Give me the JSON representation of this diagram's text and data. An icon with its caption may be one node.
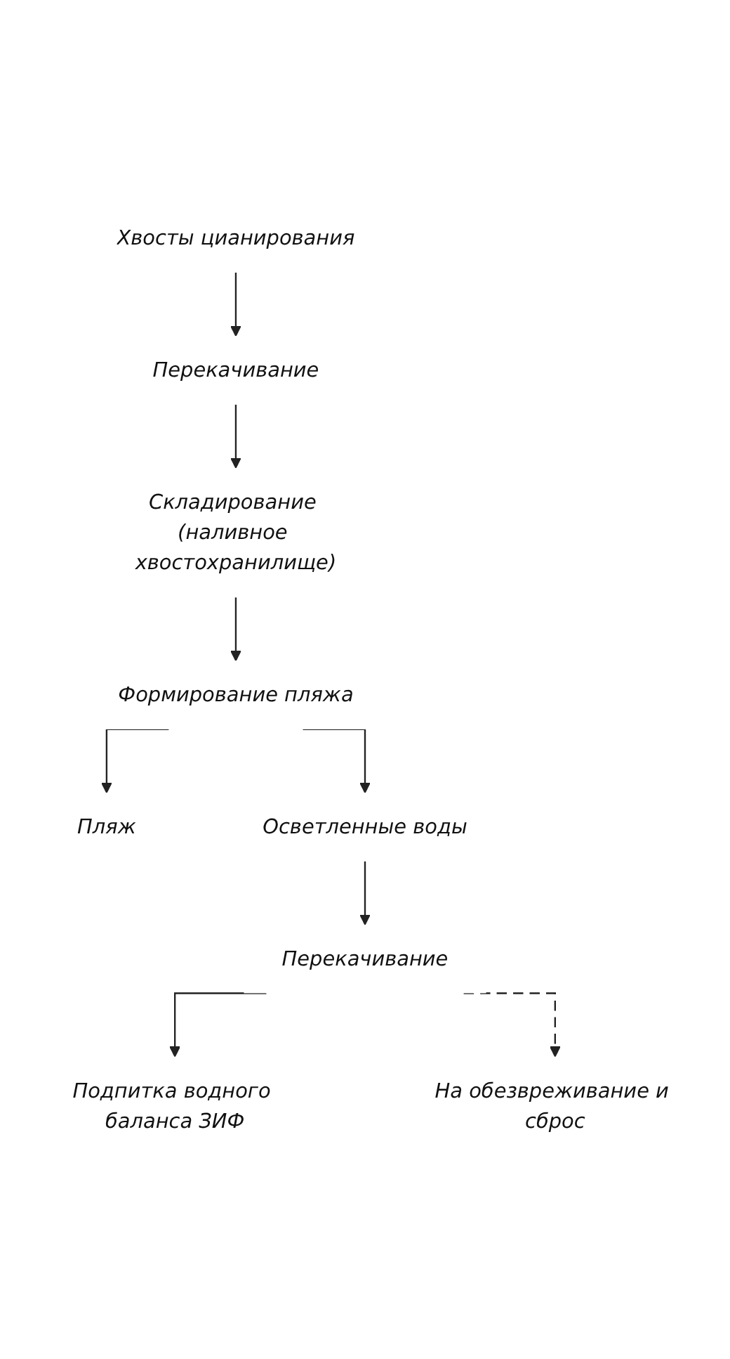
{
  "diagram": {
    "nodes": [
      {
        "text": [
          "Хвосты цианирования"
        ]
      },
      {
        "text": [
          "Перекачивание"
        ]
      },
      {
        "text": [
          "Складирование (наливное хвостохранилище)"
        ]
      },
      {
        "text": [
          "Формирование пляжа"
        ]
      },
      {
        "text": [
          "Пляж"
        ]
      },
      {
        "text": [
          "Осветленные воды"
        ]
      },
      {
        "text": [
          "Перекачивание"
        ]
      },
      {
        "text": [
          "Подпитка водного баланса ЗИФ"
        ]
      },
      {
        "text": [
          "На обезвреживание и сброс"
        ]
      }
    ],
    "edges": [
      {
        "from": 0,
        "to": 1,
        "arrow": "to"
      },
      {
        "from": 1,
        "to": 2,
        "arrow": "to"
      },
      {
        "from": 2,
        "to": 3,
        "arrow": "to"
      },
      {
        "from": 3,
        "to": 4,
        "arrow": "to"
      },
      {
        "from": 3,
        "to": 5,
        "arrow": "to"
      },
      {
        "from": 5,
        "to": 6,
        "arrow": "to"
      },
      {
        "from": 6,
        "to": 7,
        "arrow": "to"
      },
      {
        "from": 6,
        "to": 8,
        "arrow": "to",
        "style": "dashed"
      }
    ]
  }
}
